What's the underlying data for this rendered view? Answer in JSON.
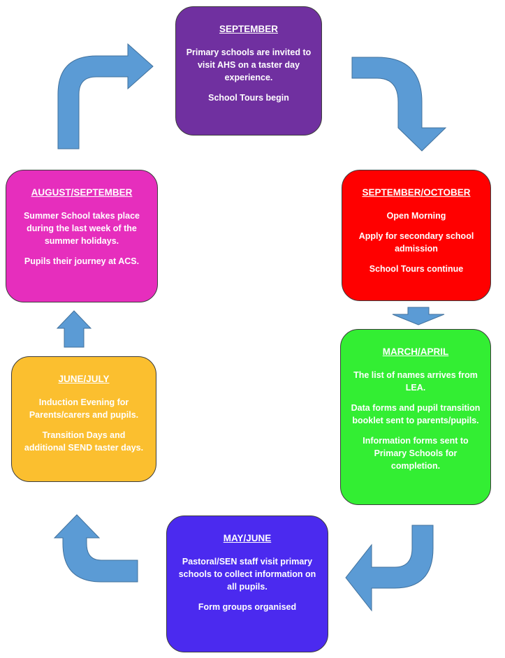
{
  "colors": {
    "arrow_fill": "#5b9bd5",
    "arrow_stroke": "#41719c",
    "box_border": "#3c3c3c"
  },
  "stages": [
    {
      "id": "september",
      "color": "#7030a0",
      "title": "SEPTEMBER",
      "lines": [
        "Primary schools are invited to visit AHS on a taster day experience.",
        "School Tours begin"
      ]
    },
    {
      "id": "september-october",
      "color": "#ff0000",
      "title": "SEPTEMBER/OCTOBER",
      "lines": [
        "Open Morning",
        "Apply for secondary school admission",
        "School Tours continue"
      ]
    },
    {
      "id": "march-april",
      "color": "#33ee33",
      "title": "MARCH/APRIL",
      "lines": [
        "The list of names arrives from LEA.",
        "Data forms and pupil transition booklet sent to parents/pupils.",
        "Information forms sent to Primary Schools for completion."
      ]
    },
    {
      "id": "may-june",
      "color": "#4b2aef",
      "title": "MAY/JUNE",
      "lines": [
        "Pastoral/SEN staff visit primary schools to collect information on all pupils.",
        "Form groups organised"
      ]
    },
    {
      "id": "june-july",
      "color": "#fbbf2f",
      "title": "JUNE/JULY",
      "lines": [
        "Induction Evening for Parents/carers and pupils.",
        "Transition Days and additional SEND taster days."
      ]
    },
    {
      "id": "august-september",
      "color": "#e62ebd",
      "title": "AUGUST/SEPTEMBER",
      "lines": [
        "Summer School takes place during the last week of the summer holidays.",
        "Pupils their journey at ACS."
      ]
    }
  ]
}
